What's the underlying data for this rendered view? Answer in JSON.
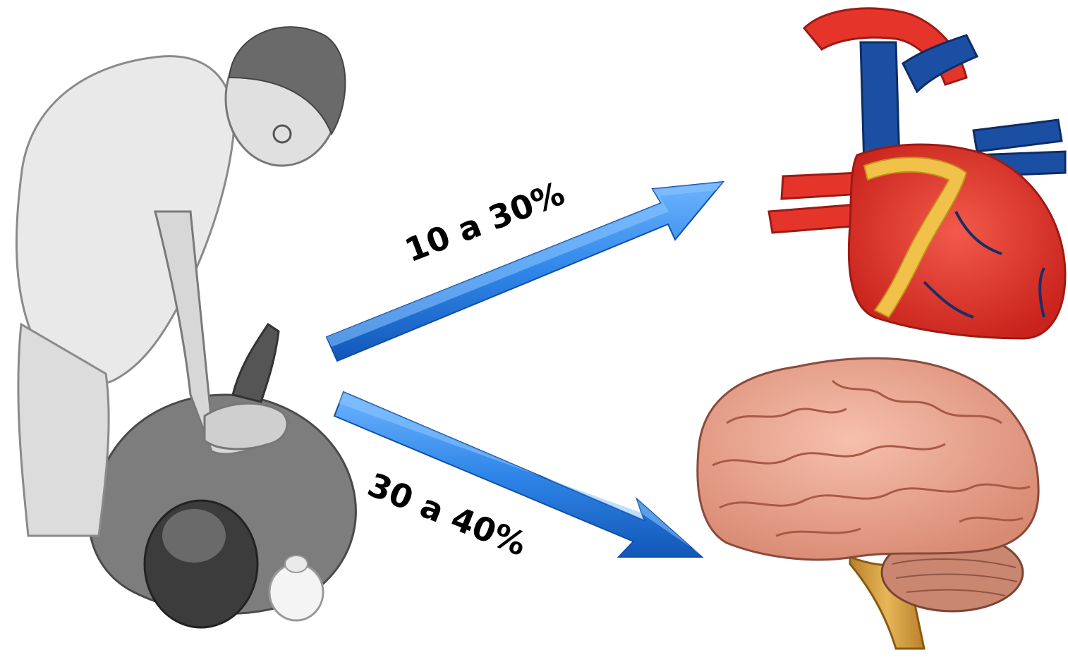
{
  "figure": {
    "illustrations": [
      {
        "name": "cpr-scene",
        "icon": "cpr-rescuer-compressions-illustration"
      },
      {
        "name": "heart",
        "icon": "anatomical-heart-illustration"
      },
      {
        "name": "brain",
        "icon": "anatomical-brain-illustration"
      }
    ],
    "arrows": [
      {
        "from": "cpr-scene",
        "to": "heart",
        "label": "10 a 30%"
      },
      {
        "from": "cpr-scene",
        "to": "brain",
        "label": "30 a 40%"
      }
    ],
    "colors": {
      "arrow": "#2f86e8",
      "arrow_dark": "#1a64c4",
      "heart_red": "#e5352b",
      "heart_vessel_blue": "#1b4fa3",
      "heart_fat": "#f0c24a",
      "brain_pink": "#e9a58f",
      "cerebellum": "#c98670",
      "brainstem": "#d9a241",
      "sketch_gray": "#9a9a9a"
    }
  }
}
